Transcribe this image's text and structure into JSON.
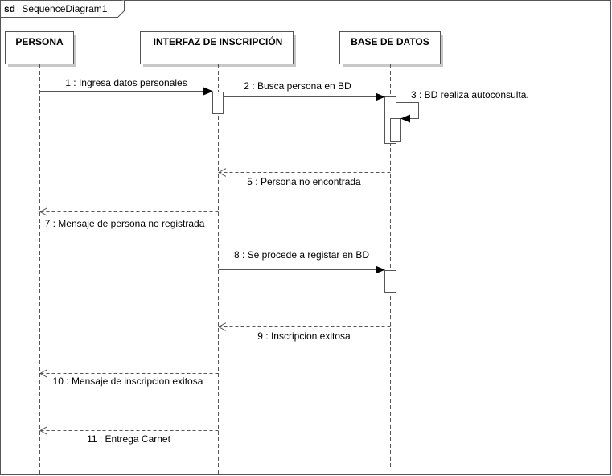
{
  "frame": {
    "keyword": "sd",
    "name": "SequenceDiagram1"
  },
  "lifelines": [
    {
      "id": "persona",
      "label": "PERSONA"
    },
    {
      "id": "interfaz",
      "label": "INTERFAZ DE INSCRIPCIÓN"
    },
    {
      "id": "bd",
      "label": "BASE DE DATOS"
    }
  ],
  "messages": [
    {
      "label": "1 : Ingresa datos personales",
      "from": "persona",
      "to": "interfaz",
      "kind": "sync"
    },
    {
      "label": "2 : Busca persona en BD",
      "from": "interfaz",
      "to": "bd",
      "kind": "sync"
    },
    {
      "label": "3 : BD realiza autoconsulta.",
      "from": "bd",
      "to": "bd",
      "kind": "self"
    },
    {
      "label": "5 : Persona no encontrada",
      "from": "bd",
      "to": "interfaz",
      "kind": "return"
    },
    {
      "label": "7 : Mensaje de persona no registrada",
      "from": "interfaz",
      "to": "persona",
      "kind": "return"
    },
    {
      "label": "8 : Se procede a registar en BD",
      "from": "interfaz",
      "to": "bd",
      "kind": "sync"
    },
    {
      "label": "9 : Inscripcion exitosa",
      "from": "bd",
      "to": "interfaz",
      "kind": "return"
    },
    {
      "label": "10 : Mensaje de inscripcion exitosa",
      "from": "interfaz",
      "to": "persona",
      "kind": "return"
    },
    {
      "label": "11 : Entrega Carnet",
      "from": "interfaz",
      "to": "persona",
      "kind": "return"
    }
  ],
  "colors": {
    "line": "#555555",
    "box_border": "#555555",
    "box_fill": "#ffffff",
    "shadow": "#c8c8c8",
    "frame_border": "#555555"
  }
}
